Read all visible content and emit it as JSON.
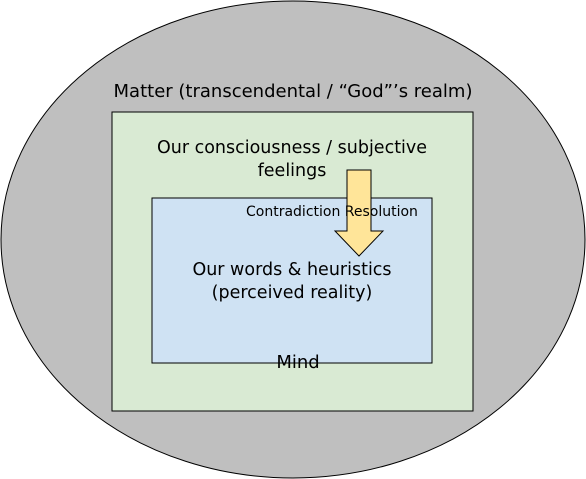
{
  "diagram": {
    "outer_label": "Matter (transcendental / “God”’s realm)",
    "middle_label_line1": "Our consciousness / subjective",
    "middle_label_line2": "feelings",
    "arrow_label": "Contradiction Resolution",
    "inner_label_line1": "Our words & heuristics",
    "inner_label_line2": "(perceived reality)",
    "inner_caption": "Mind",
    "colors": {
      "outer_fill": "#bfbfbf",
      "middle_fill": "#d9ead3",
      "inner_fill": "#cfe2f3",
      "arrow_fill": "#ffe599",
      "stroke": "#000000"
    }
  }
}
